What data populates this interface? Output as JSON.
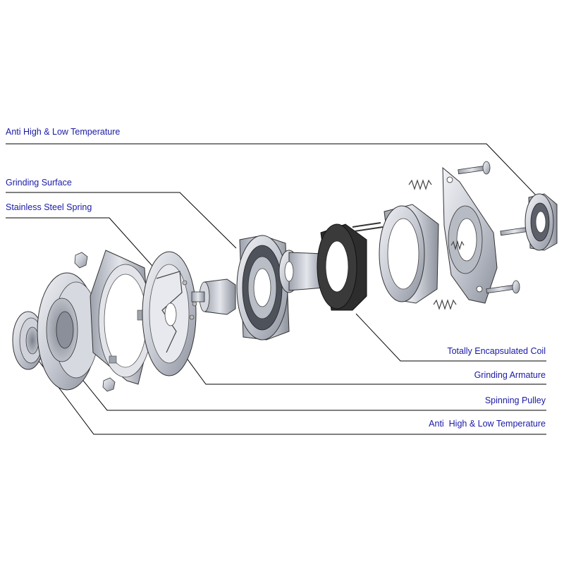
{
  "labels_left": [
    "Anti High & Low Temperature",
    "Grinding Surface",
    "Stainless Steel Spring"
  ],
  "labels_right": [
    "Totally Encapsulated Coil",
    "Grinding Armature",
    "Spinning Pulley",
    "Anti  High & Low Temperature"
  ],
  "colors": {
    "label_text": "#1a1aa6",
    "leader_line": "#000000",
    "part_light": "#dfe1e8",
    "part_mid": "#a9adb8",
    "part_dark": "#5c616b",
    "coil": "#2a2a2a"
  },
  "parts": [
    "bearing-left-icon",
    "pulley-icon",
    "hex-nut-icon",
    "spring-plate-icon",
    "armature-plate-icon",
    "shaft-pin-icon",
    "main-bearing-icon",
    "hub-shaft-icon",
    "coil-icon",
    "housing-ring-icon",
    "mounting-bracket-icon",
    "compression-spring-icon",
    "bolt-icon",
    "bearing-right-icon"
  ]
}
